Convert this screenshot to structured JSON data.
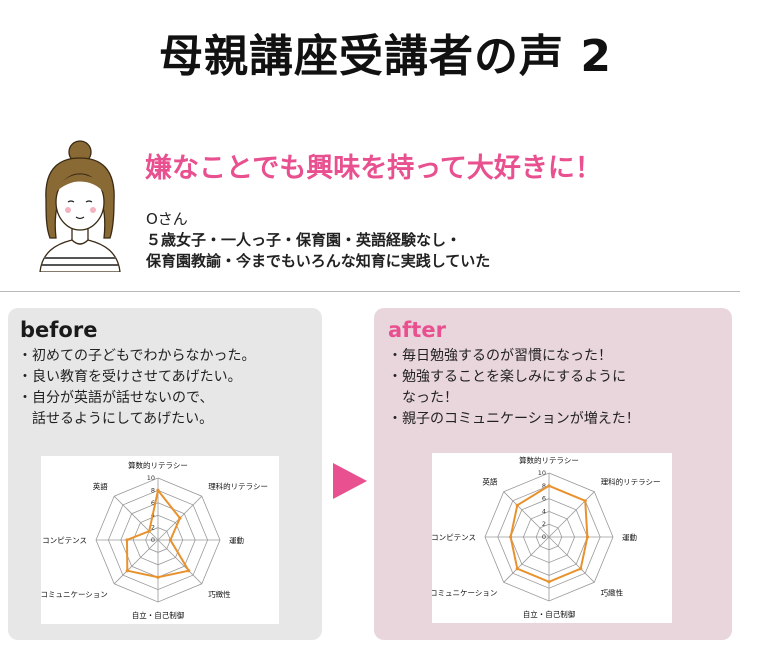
{
  "header": {
    "title": "母親講座受講者の声 2"
  },
  "profile": {
    "headline": "嫌なことでも興味を持って大好きに！",
    "name": "Oさん",
    "detail_line1": "５歳女子・一人っ子・保育園・英語経験なし・",
    "detail_line2": "保育園教諭・今までもいろんな知育に実践していた"
  },
  "before": {
    "title": "before",
    "points": [
      "・初めての子どもでわからなかった。",
      "・良い教育を受けさせてあげたい。",
      "・自分が英語が話せないので、",
      "　話せるようにしてあげたい。"
    ]
  },
  "after": {
    "title": "after",
    "points": [
      "・毎日勉強するのが習慣になった！",
      "・勉強することを楽しみにするように",
      "　なった！",
      "・親子のコミュニケーションが増えた！"
    ]
  },
  "colors": {
    "accent": "#e8508f",
    "series": "#e8922e"
  },
  "icons": {
    "arrow": "play-arrow-icon",
    "avatar": "woman-avatar"
  },
  "chart_data": [
    {
      "type": "radar",
      "categories": [
        "算数的リテラシー",
        "理科的リテラシー",
        "運動",
        "巧緻性",
        "自立・自己制御",
        "コミュニケーション",
        "コンピテンス",
        "英語"
      ],
      "scale_ticks": [
        "0",
        "2",
        "4",
        "6",
        "8",
        "10"
      ],
      "rlim": [
        0,
        10
      ],
      "grid": true,
      "series": [
        {
          "values": [
            8,
            5,
            2,
            7,
            6,
            7,
            5,
            2
          ]
        }
      ]
    },
    {
      "type": "radar",
      "categories": [
        "算数的リテラシー",
        "理科的リテラシー",
        "運動",
        "巧緻性",
        "自立・自己制御",
        "コミュニケーション",
        "コンピテンス",
        "英語"
      ],
      "scale_ticks": [
        "0",
        "2",
        "4",
        "6",
        "8",
        "10"
      ],
      "rlim": [
        0,
        10
      ],
      "grid": true,
      "series": [
        {
          "values": [
            8,
            8,
            6,
            7,
            7,
            7,
            6,
            7
          ]
        }
      ]
    }
  ]
}
